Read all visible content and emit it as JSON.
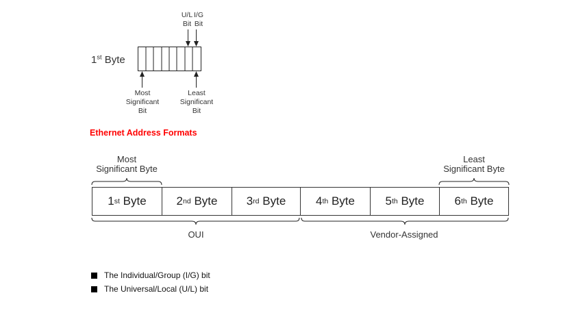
{
  "small_diagram": {
    "byte_label": {
      "base": "1",
      "sup": "st",
      "rest": " Byte"
    },
    "ul_label": [
      "U/L",
      "Bit"
    ],
    "ig_label": [
      "I/G",
      "Bit"
    ],
    "msb_label": [
      "Most",
      "Significant",
      "Bit"
    ],
    "lsb_label": [
      "Least",
      "Significant",
      "Bit"
    ]
  },
  "heading": "Ethernet Address Formats",
  "large_diagram": {
    "msbyte_label": [
      "Most",
      "Significant Byte"
    ],
    "lsbyte_label": [
      "Least",
      "Significant Byte"
    ],
    "bytes": [
      {
        "n": "1",
        "sup": "st"
      },
      {
        "n": "2",
        "sup": "nd"
      },
      {
        "n": "3",
        "sup": "rd"
      },
      {
        "n": "4",
        "sup": "th"
      },
      {
        "n": "5",
        "sup": "th"
      },
      {
        "n": "6",
        "sup": "th"
      }
    ],
    "byte_word": " Byte",
    "oui_label": "OUI",
    "vendor_label": "Vendor-Assigned"
  },
  "bullets": [
    "The Individual/Group (I/G) bit",
    "The Universal/Local (U/L) bit"
  ]
}
